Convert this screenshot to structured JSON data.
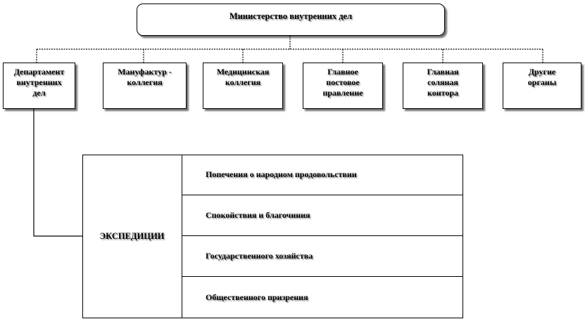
{
  "root": {
    "label": "Министерство внутренних дел"
  },
  "departments": [
    {
      "label": "Департамент\nвнутренних\nдел"
    },
    {
      "label": "Мануфактур -\nколлегия"
    },
    {
      "label": "Медицинская\nколлегия"
    },
    {
      "label": "Главное\nпостовое\nправление"
    },
    {
      "label": "Главная\nсоляная\nконтора"
    },
    {
      "label": "Другие\nорганы"
    }
  ],
  "expeditions": {
    "label": "ЭКСПЕДИЦИИ",
    "items": [
      {
        "label": "Попечения о народном продовольствии"
      },
      {
        "label": "Спокойствия и благочиния"
      },
      {
        "label": "Государственного хозяйства"
      },
      {
        "label": "Общественного призрения"
      }
    ]
  }
}
